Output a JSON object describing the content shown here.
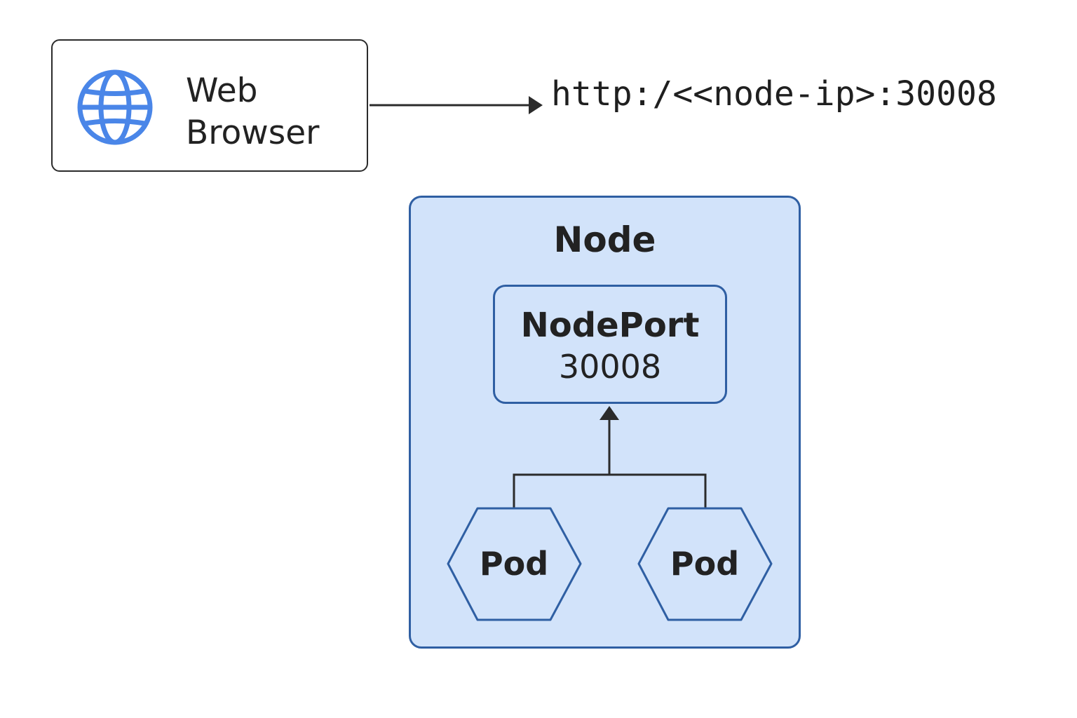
{
  "browser": {
    "icon": "globe-icon",
    "label_line1": "Web",
    "label_line2": "Browser"
  },
  "url": "http:/<<node-ip>:30008",
  "node": {
    "title": "Node",
    "service": {
      "title": "NodePort",
      "port": "30008"
    },
    "pods": [
      {
        "label": "Pod"
      },
      {
        "label": "Pod"
      }
    ]
  },
  "colors": {
    "node_fill": "#d2e3fa",
    "node_border": "#2f5fa3",
    "globe": "#4a86e8",
    "line": "#2b2b2b"
  }
}
